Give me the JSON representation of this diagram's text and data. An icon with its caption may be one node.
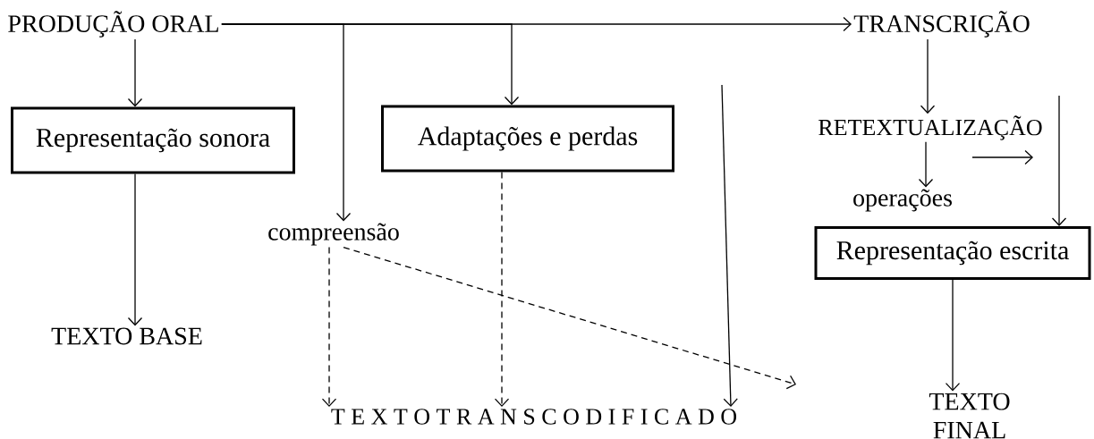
{
  "diagram": {
    "nodes": [
      {
        "text": [
          "PRODUÇÃO ORAL"
        ]
      },
      {
        "text": [
          "TRANSCRIÇÃO"
        ]
      },
      {
        "text": [
          "Representação sonora"
        ]
      },
      {
        "text": [
          "Adaptações e perdas"
        ]
      },
      {
        "text": [
          "RETEXTUALIZAÇÃO"
        ]
      },
      {
        "text": [
          "compreensão"
        ]
      },
      {
        "text": [
          "operações"
        ]
      },
      {
        "text": [
          "Representação escrita"
        ]
      },
      {
        "text": [
          "TEXTO BASE"
        ]
      },
      {
        "text": [
          "T E X T O T R A N S C O D I F I C A D O"
        ]
      },
      {
        "text": [
          "TEXTO FINAL"
        ]
      }
    ],
    "edges": [
      {
        "from": 0,
        "to": 1,
        "arrow": "to"
      },
      {
        "from": 0,
        "to": 5,
        "arrow": "to"
      },
      {
        "from": 0,
        "to": 3,
        "arrow": "to"
      },
      {
        "from": 0,
        "to": 2,
        "arrow": "to"
      },
      {
        "from": 2,
        "to": 8,
        "arrow": "to"
      },
      {
        "from": 3,
        "to": 9,
        "arrow": "to",
        "style": "dashed"
      },
      {
        "from": 5,
        "to": 9,
        "arrow": "to",
        "style": "dashed"
      },
      {
        "from": 5,
        "to": null,
        "arrow": "to",
        "style": "dashed"
      },
      {
        "from": null,
        "to": 9,
        "arrow": "to"
      },
      {
        "from": 1,
        "to": 4,
        "arrow": "to"
      },
      {
        "from": 4,
        "to": 6,
        "arrow": "to"
      },
      {
        "from": null,
        "to": 7,
        "arrow": "to"
      },
      {
        "from": 7,
        "to": 10,
        "arrow": "to"
      }
    ]
  }
}
